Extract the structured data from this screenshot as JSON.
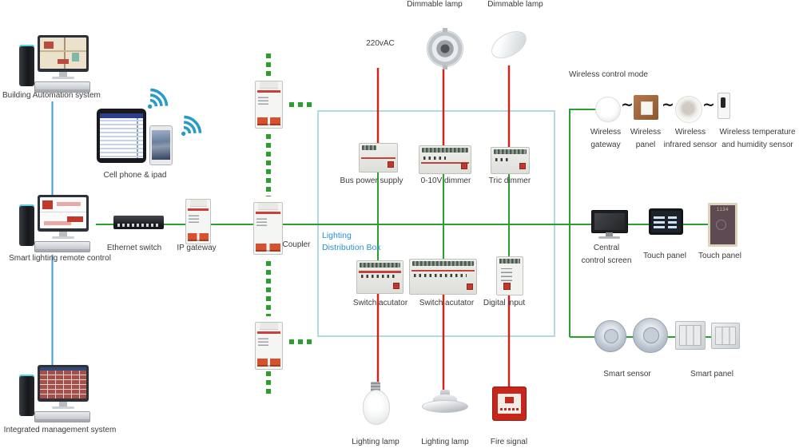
{
  "colors": {
    "bus_green": "#28a12d",
    "power_red": "#c9271e",
    "ethernet_blue": "#3f9fd0",
    "box_border_teal": "#b2dbe0",
    "box_title_blue": "#2593d4"
  },
  "left": {
    "building_automation": "Building Automation system",
    "cell_phone_ipad": "Cell phone & ipad",
    "smart_lighting_remote": "Smart lighting remote control",
    "ethernet_switch": "Ethernet switch",
    "ip_gateway": "IP gateway",
    "integrated_management": "Integrated management system"
  },
  "backbone": {
    "coupler": "Coupler"
  },
  "box": {
    "title_line1": "Lighting",
    "title_line2": "Distribution Box",
    "modules_row1": [
      "Bus power supply",
      "0-10V dimmer",
      "Tric dimmer"
    ],
    "modules_row2": [
      "Switch acutator",
      "Switch acutator",
      "Digital input"
    ]
  },
  "top": {
    "voltage": "220vAC",
    "lamp1": "Dimmable lamp",
    "lamp2": "Dimmable lamp"
  },
  "bottom": {
    "lamp1": "Lighting lamp",
    "lamp2": "Lighting lamp",
    "fire": "Fire signal"
  },
  "wireless": {
    "section_title": "Wireless control mode",
    "connector": "~",
    "gateway_l1": "Wireless",
    "gateway_l2": "gateway",
    "panel_l1": "Wireless",
    "panel_l2": "panel",
    "ir_l1": "Wireless",
    "ir_l2": "infrared sensor",
    "th_l1": "Wireless temperature",
    "th_l2": "and humidity sensor"
  },
  "control": {
    "central_l1": "Central",
    "central_l2": "control screen",
    "touch1": "Touch panel",
    "touch2": "Touch panel",
    "panel_time": "1134",
    "smart_sensor": "Smart sensor",
    "smart_panel": "Smart panel"
  }
}
